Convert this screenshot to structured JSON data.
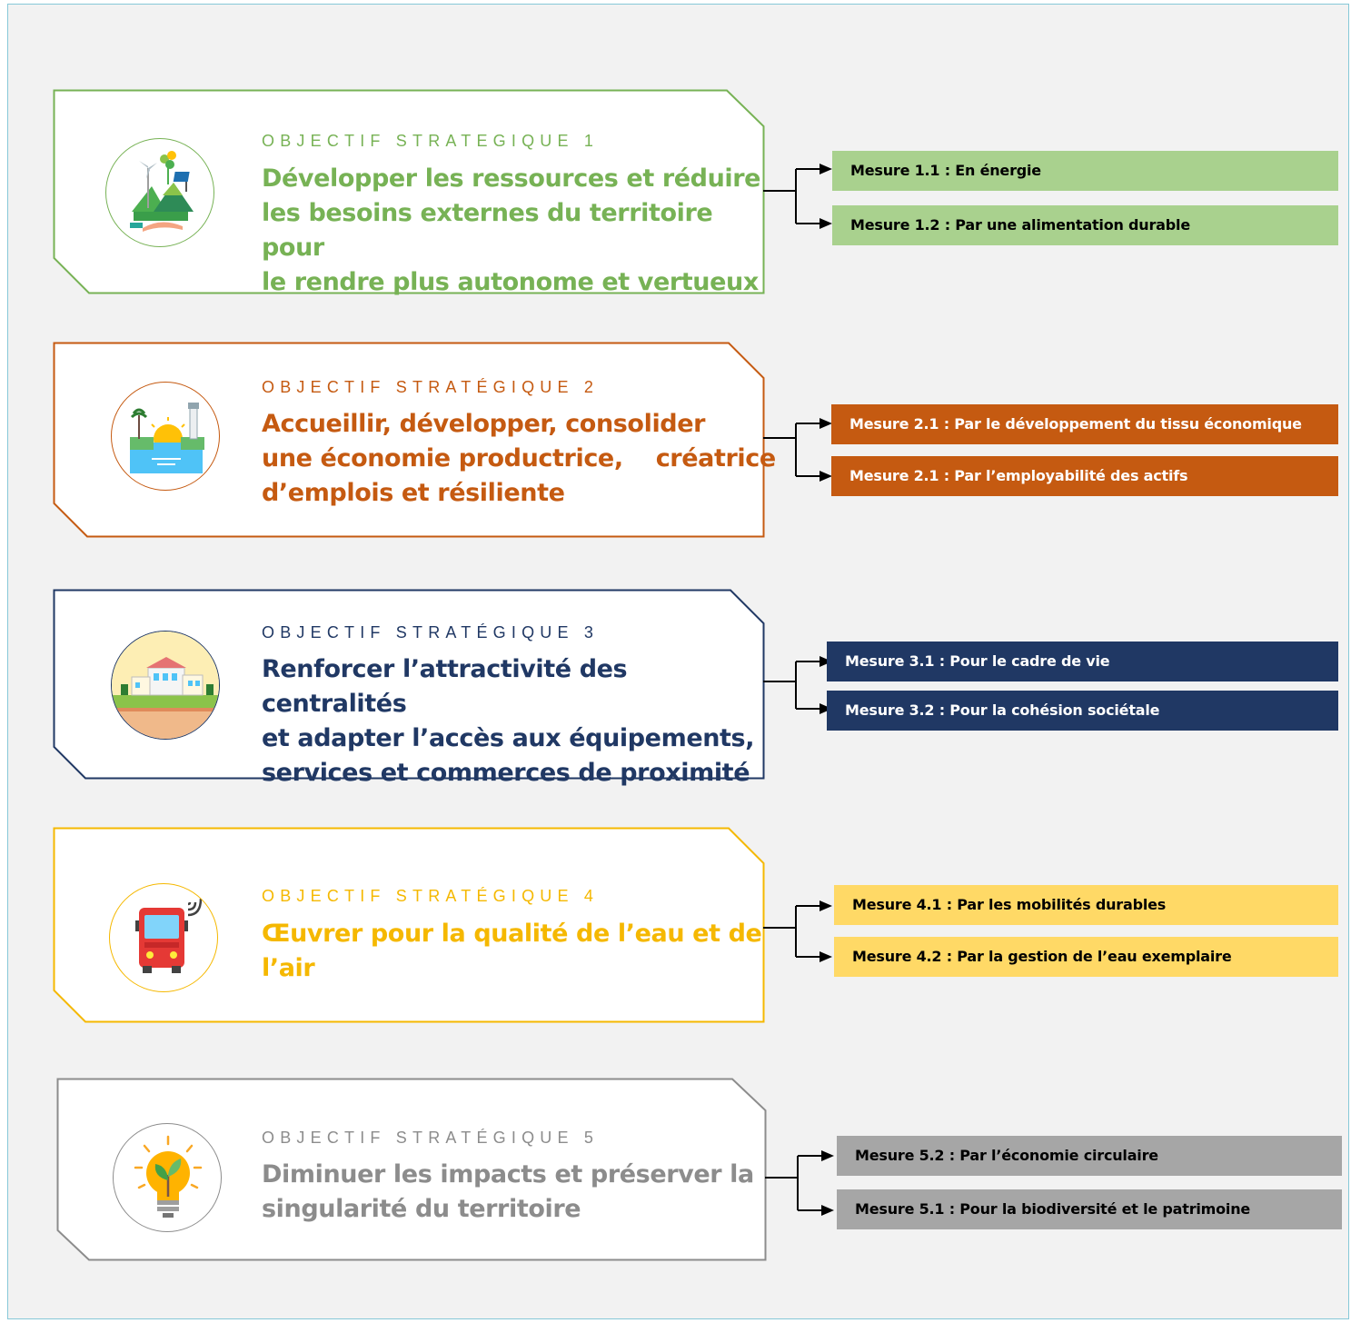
{
  "colors": {
    "obj1": "#77b255",
    "obj2": "#c55a11",
    "obj3": "#203864",
    "obj4": "#f5b800",
    "obj5": "#8c8c8c",
    "measure1": "#a9d18e",
    "measure2": "#c55a11",
    "measure3": "#203864",
    "measure4": "#ffd966",
    "measure5": "#a6a6a6"
  },
  "objectives": [
    {
      "kicker": "OBJECTIF STRATEGIQUE 1",
      "title_lines": [
        "Développer les ressources et réduire",
        "les besoins externes du territoire pour",
        "le rendre plus autonome et vertueux"
      ],
      "icon": "renewable-energy-icon",
      "measures": [
        "Mesure 1.1 : En énergie",
        "Mesure 1.2 : Par une alimentation durable"
      ]
    },
    {
      "kicker": "OBJECTIF STRATÉGIQUE 2",
      "title_lines": [
        "Accueillir, développer, consolider",
        "une économie productrice,    créatrice",
        "d’emplois et résiliente"
      ],
      "icon": "coastal-landscape-icon",
      "measures": [
        "Mesure 2.1 : Par le développement du tissu économique",
        "Mesure 2.1 : Par l’employabilité des actifs"
      ]
    },
    {
      "kicker": "OBJECTIF STRATÉGIQUE 3",
      "title_lines": [
        "Renforcer l’attractivité des centralités",
        "et adapter l’accès aux équipements,",
        "services et commerces de proximité"
      ],
      "icon": "town-center-icon",
      "measures": [
        "Mesure 3.1 : Pour le cadre de vie",
        "Mesure 3.2 : Pour la cohésion sociétale"
      ]
    },
    {
      "kicker": "OBJECTIF STRATÉGIQUE 4",
      "title_lines": [
        "Œuvrer pour la qualité de l’eau et de",
        "l’air"
      ],
      "icon": "connected-bus-icon",
      "measures": [
        "Mesure 4.1 : Par les mobilités durables",
        "Mesure 4.2 : Par la gestion de l’eau exemplaire"
      ]
    },
    {
      "kicker": "OBJECTIF STRATÉGIQUE 5",
      "title_lines": [
        "Diminuer les impacts et préserver la",
        "singularité du territoire"
      ],
      "icon": "eco-lightbulb-icon",
      "measures": [
        "Mesure 5.2 : Par l’économie circulaire",
        "Mesure 5.1 : Pour la biodiversité et le patrimoine"
      ]
    }
  ]
}
